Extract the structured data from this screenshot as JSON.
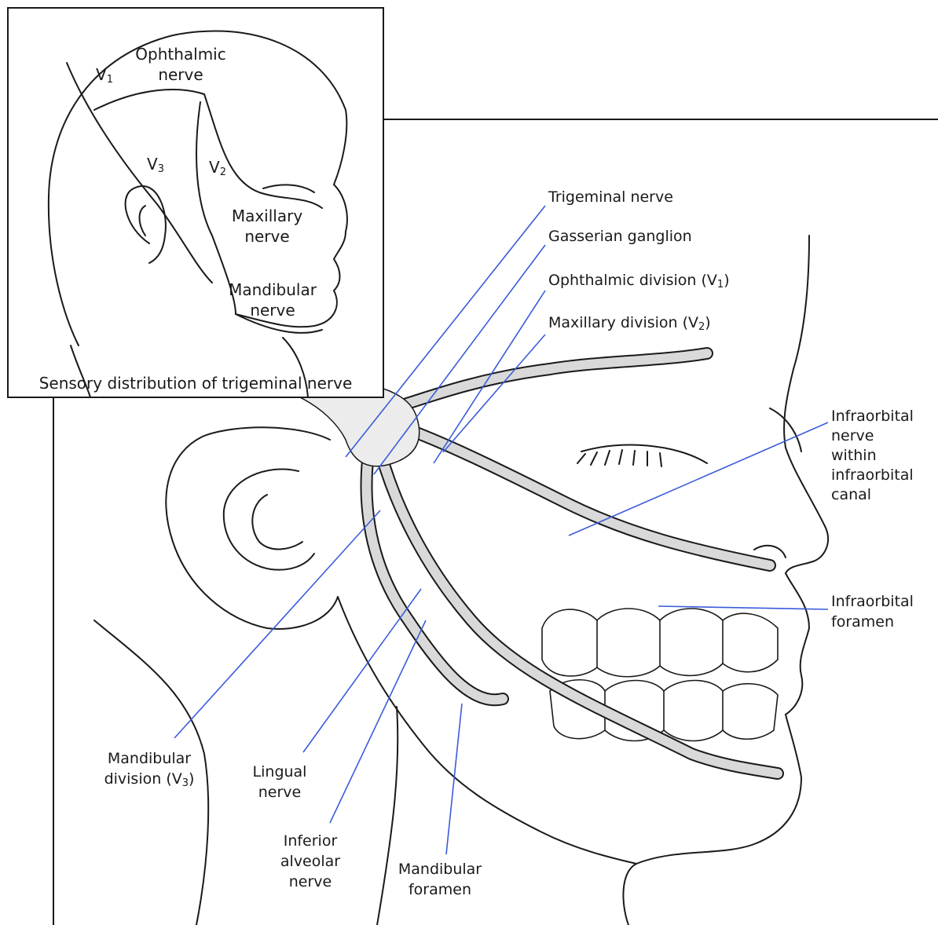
{
  "inset": {
    "caption": "Sensory distribution of trigeminal nerve",
    "regions": {
      "v1": {
        "symbol": "V",
        "sub": "1",
        "name_line1": "Ophthalmic",
        "name_line2": "nerve"
      },
      "v2": {
        "symbol": "V",
        "sub": "2",
        "name_line1": "Maxillary",
        "name_line2": "nerve"
      },
      "v3": {
        "symbol": "V",
        "sub": "3",
        "name_line1": "Mandibular",
        "name_line2": "nerve"
      }
    }
  },
  "labels": {
    "trigeminal_nerve": "Trigeminal nerve",
    "gasserian_ganglion": "Gasserian ganglion",
    "ophthalmic_division": {
      "text": "Ophthalmic division (V",
      "sub": "1",
      "close": ")"
    },
    "maxillary_division": {
      "text": "Maxillary division (V",
      "sub": "2",
      "close": ")"
    },
    "infraorbital_nerve": [
      "Infraorbital",
      "nerve",
      "within",
      "infraorbital",
      "canal"
    ],
    "infraorbital_foramen": [
      "Infraorbital",
      "foramen"
    ],
    "mandibular_division": {
      "line1": "Mandibular",
      "line2": "division (V",
      "sub": "3",
      "close": ")"
    },
    "lingual_nerve": [
      "Lingual",
      "nerve"
    ],
    "inferior_alveolar_nerve": [
      "Inferior",
      "alveolar",
      "nerve"
    ],
    "mandibular_foramen": [
      "Mandibular",
      "foramen"
    ]
  },
  "colors": {
    "leader_line": "#3b5bdb",
    "nerve_fill": "#d9d9d9",
    "ink": "#1a1a1a"
  }
}
